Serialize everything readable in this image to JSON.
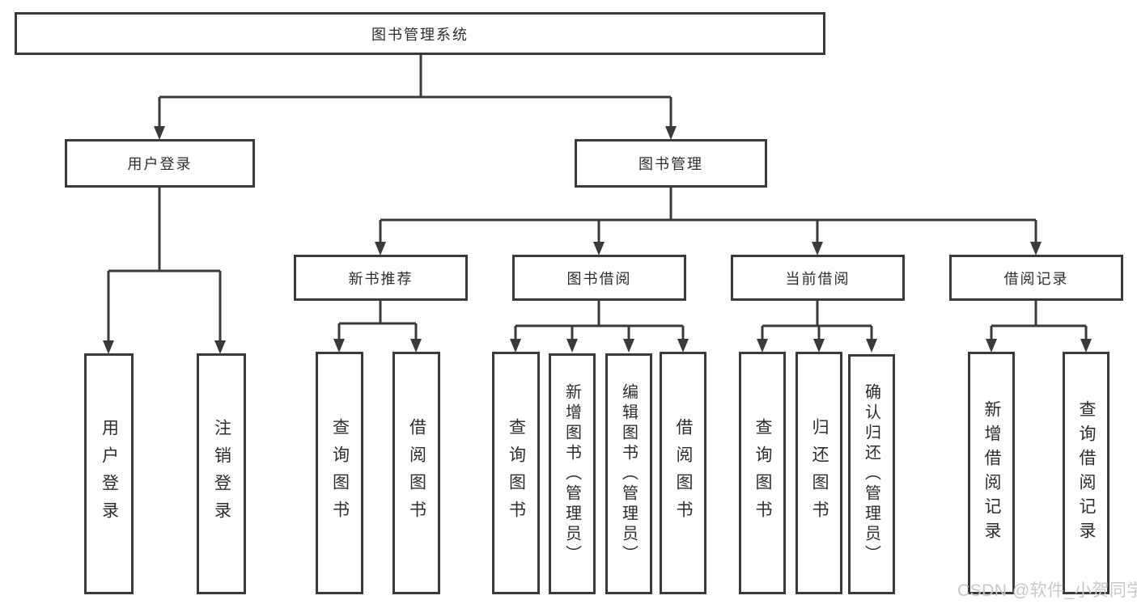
{
  "nodes": {
    "root": "图书管理系统",
    "user_login": "用户登录",
    "book_mgmt": "图书管理",
    "new_book_rec": "新书推荐",
    "book_borrow": "图书借阅",
    "current_borrow": "当前借阅",
    "borrow_records": "借阅记录",
    "leaf_user_login": "用户登录",
    "leaf_logout": "注销登录",
    "rec_query_books": "查询图书",
    "rec_borrow_books": "借阅图书",
    "bb_query_books": "查询图书",
    "bb_add_books": "新增图书（管理员）",
    "bb_edit_books": "编辑图书（管理员）",
    "bb_borrow_books": "借阅图书",
    "cb_query_books": "查询图书",
    "cb_return_books": "归还图书",
    "cb_confirm_return": "确认归还（管理员）",
    "br_add_record": "新增借阅记录",
    "br_query_record": "查询借阅记录"
  },
  "watermark": "CSDN @软件_小贺同学",
  "colors": {
    "line": "#3a3a3a",
    "text": "#2d2d2d",
    "watermark": "#c8c8c8"
  }
}
